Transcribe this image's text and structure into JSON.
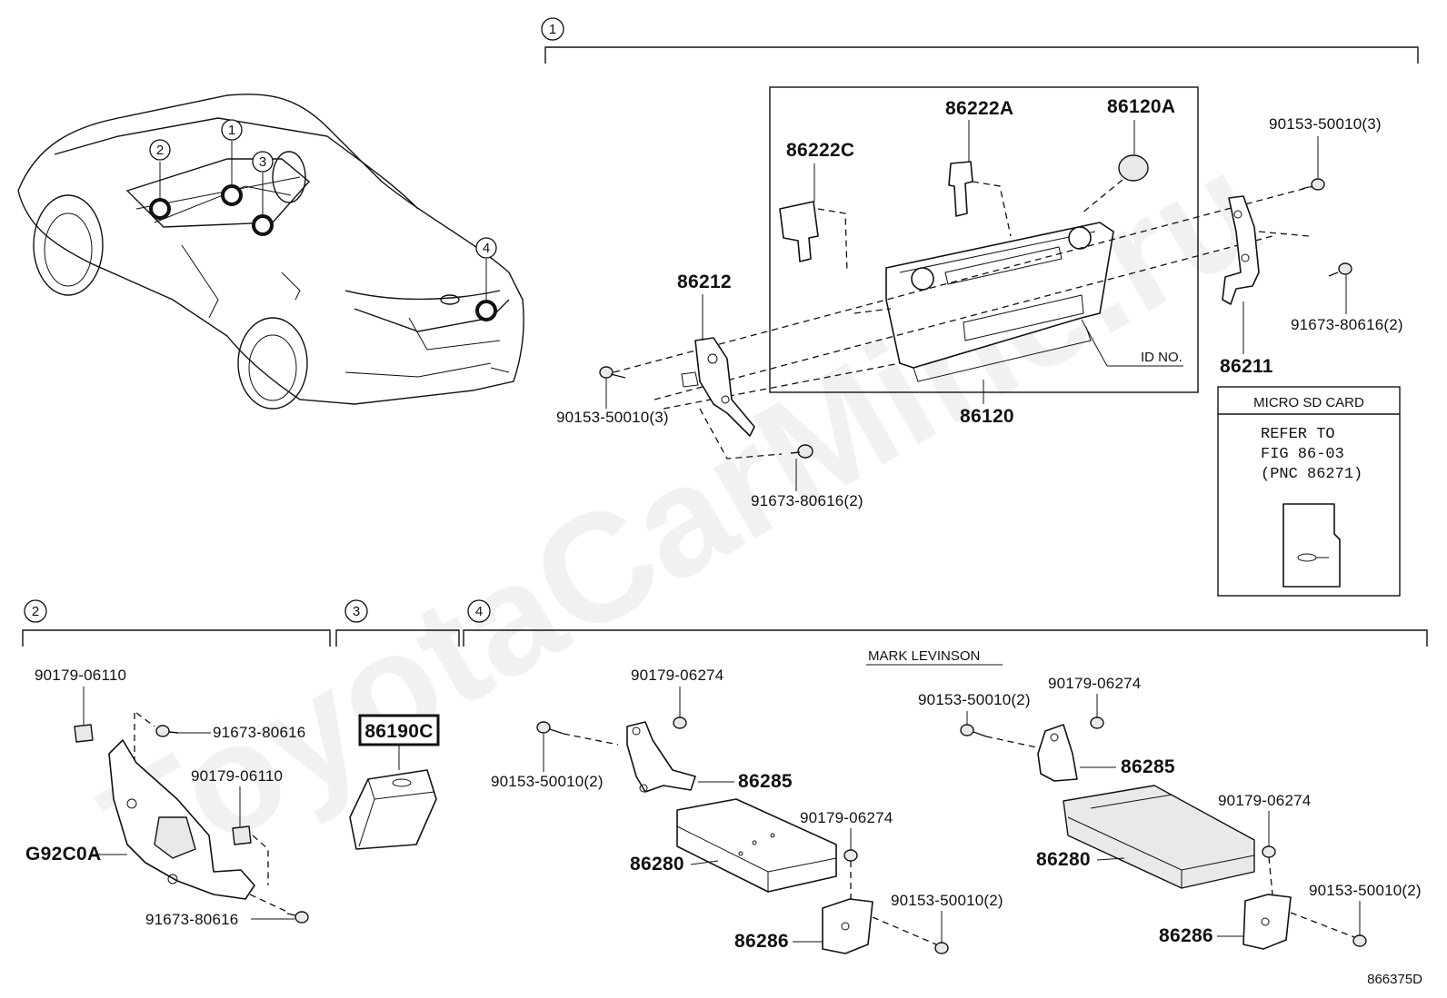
{
  "section_markers": {
    "s1": "1",
    "s2": "2",
    "s3": "3",
    "s4": "4"
  },
  "car_markers": [
    "2",
    "1",
    "3",
    "4"
  ],
  "section1": {
    "part_86222A": "86222A",
    "part_86120A": "86120A",
    "part_86222C": "86222C",
    "part_86212": "86212",
    "part_86120": "86120",
    "part_86211": "86211",
    "bolt_top_right": "90153-50010(3)",
    "screw_right": "91673-80616(2)",
    "bolt_left": "90153-50010(3)",
    "screw_bottom": "91673-80616(2)",
    "id_no": "ID NO."
  },
  "micro_sd": {
    "title": "MICRO SD CARD",
    "line1": "REFER TO",
    "line2": "FIG 86-03",
    "line3": "(PNC 86271)"
  },
  "section2": {
    "nut_top": "90179-06110",
    "screw_top": "91673-80616",
    "nut_mid": "90179-06110",
    "bracket": "G92C0A",
    "screw_bottom": "91673-80616"
  },
  "section3": {
    "part": "86190C"
  },
  "section4": {
    "heading": "MARK LEVINSON",
    "left": {
      "nut_top": "90179-06274",
      "bolt_left": "90153-50010(2)",
      "bracket_top": "86285",
      "nut_right": "90179-06274",
      "amplifier": "86280",
      "bolt_bottom": "90153-50010(2)",
      "bracket_bottom": "86286"
    },
    "right": {
      "bolt_left": "90153-50010(2)",
      "nut_top": "90179-06274",
      "bracket_top": "86285",
      "nut_right": "90179-06274",
      "amplifier": "86280",
      "bolt_bottom": "90153-50010(2)",
      "bracket_bottom": "86286"
    }
  },
  "figure_code": "866375D",
  "watermark": "ToyotaCarMine.ru"
}
